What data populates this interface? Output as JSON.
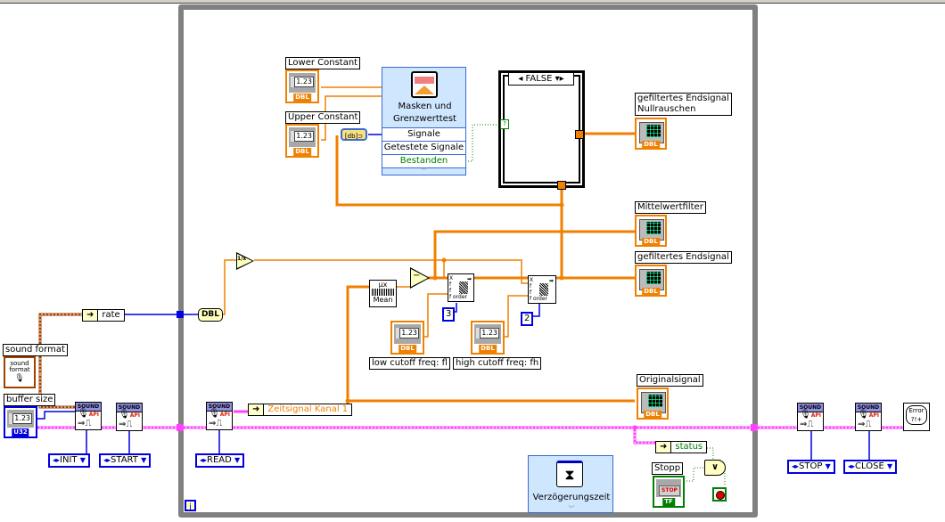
{
  "diagram": {
    "loop": {
      "iteration_terminal": "i"
    },
    "labels": {
      "lower_constant": "Lower Constant",
      "upper_constant": "Upper Constant",
      "sound_format": "sound format",
      "buffer_size": "buffer size",
      "low_cutoff": "low cutoff freq: fl",
      "high_cutoff": "high cutoff freq: fh",
      "out_nullrauschen_line1": "gefiltertes Endsignal",
      "out_nullrauschen_line2": "Nullrauschen",
      "out_mittelwertfilter": "Mittelwertfilter",
      "out_endsignal": "gefiltertes Endsignal",
      "out_originalsignal": "Originalsignal",
      "stopp": "Stopp"
    },
    "controls": {
      "numeric_display": "1.23",
      "dbl_tag": "DBL",
      "u32_tag": "U32",
      "sound_format_text": "sound format",
      "stop_button": "STOP",
      "tf_tag": "TF"
    },
    "mask_test": {
      "title_line1": "Masken und",
      "title_line2": "Grenzwerttest",
      "rows": [
        "Signale",
        "Getestete Signale",
        "Bestanden"
      ]
    },
    "case_structure": {
      "selector": "FALSE"
    },
    "unbundle": {
      "rate": "rate",
      "zeitsignal": "Zeitsignal Kanal 1",
      "status": "status"
    },
    "conversion": {
      "dbl": "DBL",
      "reciprocal": "1/x",
      "mean": "Mean",
      "mean_symbol": "μx",
      "subtract": "−",
      "or": "∨"
    },
    "filter_constants": {
      "order_1": "3",
      "order_2": "2"
    },
    "sound_vis": {
      "header": "SOUND",
      "api": "API",
      "operations": [
        "INIT",
        "START",
        "READ",
        "STOP",
        "CLOSE"
      ]
    },
    "express_wait": {
      "label": "Verzögerungszeit"
    },
    "error_handler": {
      "text": "Error ?!+"
    },
    "colors": {
      "float_wire": "#f08000",
      "int_wire": "#0000e0",
      "cluster_wire": "#ff40ff",
      "bool_wire": "#008000",
      "format_wire": "#a04000",
      "loop_border": "#808080"
    }
  }
}
